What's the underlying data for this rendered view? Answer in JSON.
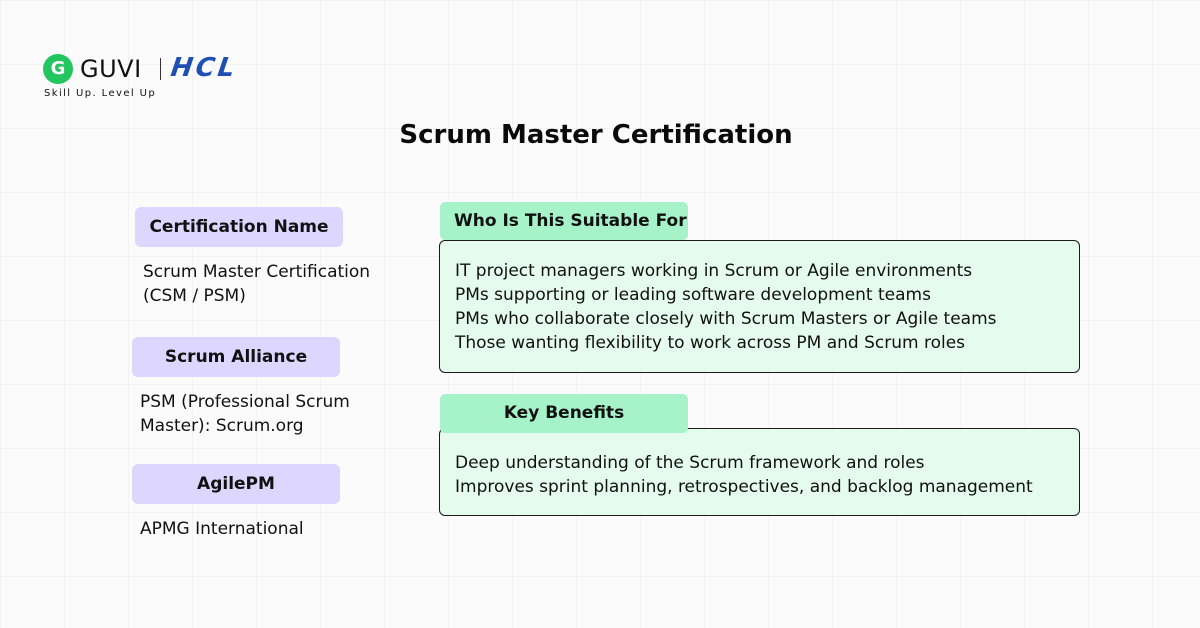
{
  "brand": {
    "logo_glyph": "G",
    "name": "GUVI",
    "partner": "HCL",
    "tagline": "Skill Up. Level Up",
    "colors": {
      "guvi_green": "#22c55e",
      "hcl_blue": "#1f4fb3"
    }
  },
  "title": "Scrum Master Certification",
  "certifications": [
    {
      "label": "Certification Name",
      "lines": [
        "Scrum Master Certification",
        "(CSM / PSM)"
      ]
    },
    {
      "label": "Scrum Alliance",
      "lines": [
        "PSM (Professional Scrum",
        "Master): Scrum.org"
      ]
    },
    {
      "label": "AgilePM",
      "lines": [
        "APMG International"
      ]
    }
  ],
  "suitable_for": {
    "heading": "Who Is This Suitable For",
    "items": [
      "IT project managers working in Scrum or Agile environments",
      "PMs supporting or leading software development teams",
      "PMs who collaborate closely with Scrum Masters or Agile teams",
      "Those wanting flexibility to work across PM and Scrum roles"
    ]
  },
  "key_benefits": {
    "heading": "Key Benefits",
    "items": [
      "Deep understanding of the Scrum framework and roles",
      "Improves sprint planning, retrospectives, and backlog management"
    ]
  },
  "colors": {
    "pill_purple": "#ddd6fe",
    "tab_green": "#a7f3c9",
    "box_green": "#e4fbee"
  }
}
